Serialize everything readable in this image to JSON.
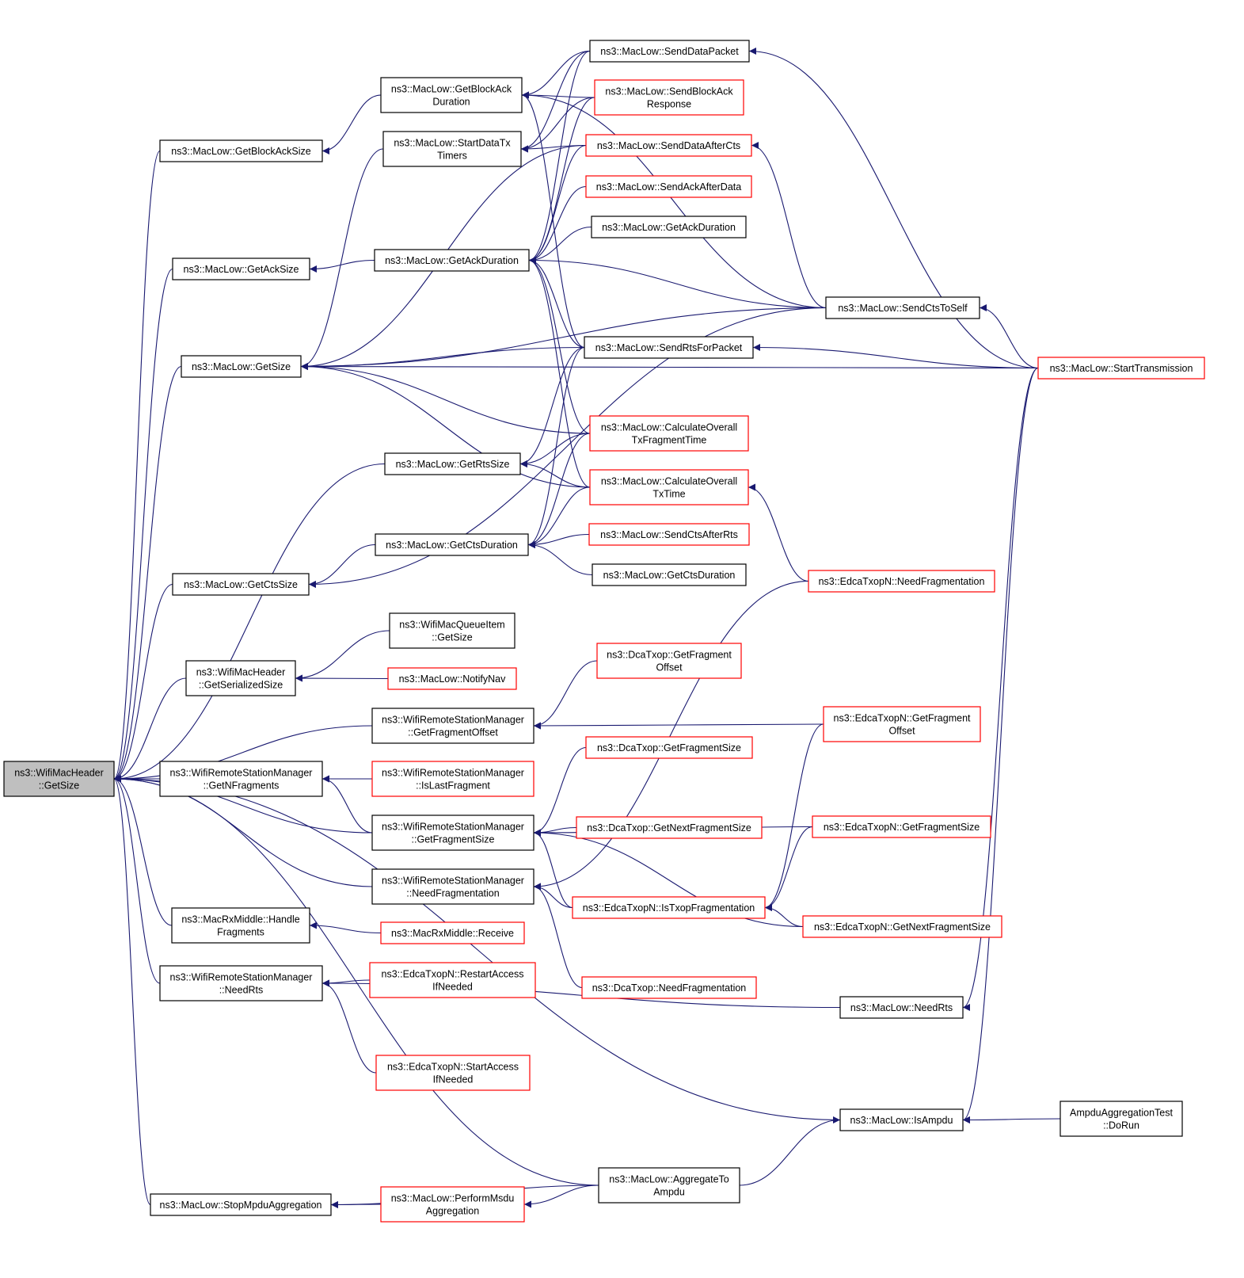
{
  "colors": {
    "edge": "#191970",
    "border_black": "#000000",
    "border_red": "#ff0000",
    "root_fill": "#bfbfbf"
  },
  "nodes": [
    {
      "id": "root",
      "lines": [
        "ns3::WifiMacHeader",
        "::GetSize"
      ],
      "style": "root"
    },
    {
      "id": "getBlockAckSize",
      "lines": [
        "ns3::MacLow::GetBlockAckSize"
      ],
      "style": "black"
    },
    {
      "id": "getAckSize",
      "lines": [
        "ns3::MacLow::GetAckSize"
      ],
      "style": "black"
    },
    {
      "id": "getSize",
      "lines": [
        "ns3::MacLow::GetSize"
      ],
      "style": "black"
    },
    {
      "id": "getCtsSize",
      "lines": [
        "ns3::MacLow::GetCtsSize"
      ],
      "style": "black"
    },
    {
      "id": "getSerializedSize",
      "lines": [
        "ns3::WifiMacHeader",
        "::GetSerializedSize"
      ],
      "style": "black"
    },
    {
      "id": "getNFragments",
      "lines": [
        "ns3::WifiRemoteStationManager",
        "::GetNFragments"
      ],
      "style": "black"
    },
    {
      "id": "handleFragments",
      "lines": [
        "ns3::MacRxMiddle::Handle",
        "Fragments"
      ],
      "style": "black"
    },
    {
      "id": "needRtsWrsm",
      "lines": [
        "ns3::WifiRemoteStationManager",
        "::NeedRts"
      ],
      "style": "black"
    },
    {
      "id": "stopMpdu",
      "lines": [
        "ns3::MacLow::StopMpduAggregation"
      ],
      "style": "black"
    },
    {
      "id": "getBlockAckDuration",
      "lines": [
        "ns3::MacLow::GetBlockAck",
        "Duration"
      ],
      "style": "black"
    },
    {
      "id": "startDataTxTimers",
      "lines": [
        "ns3::MacLow::StartDataTx",
        "Timers"
      ],
      "style": "black"
    },
    {
      "id": "getAckDuration",
      "lines": [
        "ns3::MacLow::GetAckDuration"
      ],
      "style": "black"
    },
    {
      "id": "getRtsSize",
      "lines": [
        "ns3::MacLow::GetRtsSize"
      ],
      "style": "black"
    },
    {
      "id": "getCtsDuration",
      "lines": [
        "ns3::MacLow::GetCtsDuration"
      ],
      "style": "black"
    },
    {
      "id": "queueItemGetSize",
      "lines": [
        "ns3::WifiMacQueueItem",
        "::GetSize"
      ],
      "style": "black"
    },
    {
      "id": "notifyNav",
      "lines": [
        "ns3::MacLow::NotifyNav"
      ],
      "style": "red"
    },
    {
      "id": "wrsmGetFragmentOffset",
      "lines": [
        "ns3::WifiRemoteStationManager",
        "::GetFragmentOffset"
      ],
      "style": "black"
    },
    {
      "id": "isLastFragment",
      "lines": [
        "ns3::WifiRemoteStationManager",
        "::IsLastFragment"
      ],
      "style": "red"
    },
    {
      "id": "wrsmGetFragmentSize",
      "lines": [
        "ns3::WifiRemoteStationManager",
        "::GetFragmentSize"
      ],
      "style": "black"
    },
    {
      "id": "wrsmNeedFragmentation",
      "lines": [
        "ns3::WifiRemoteStationManager",
        "::NeedFragmentation"
      ],
      "style": "black"
    },
    {
      "id": "receive",
      "lines": [
        "ns3::MacRxMiddle::Receive"
      ],
      "style": "red"
    },
    {
      "id": "restartAccess",
      "lines": [
        "ns3::EdcaTxopN::RestartAccess",
        "IfNeeded"
      ],
      "style": "red"
    },
    {
      "id": "startAccess",
      "lines": [
        "ns3::EdcaTxopN::StartAccess",
        "IfNeeded"
      ],
      "style": "red"
    },
    {
      "id": "performMsdu",
      "lines": [
        "ns3::MacLow::PerformMsdu",
        "Aggregation"
      ],
      "style": "red"
    },
    {
      "id": "sendDataPacket",
      "lines": [
        "ns3::MacLow::SendDataPacket"
      ],
      "style": "black"
    },
    {
      "id": "sendBlockAckResponse",
      "lines": [
        "ns3::MacLow::SendBlockAck",
        "Response"
      ],
      "style": "red"
    },
    {
      "id": "sendDataAfterCts",
      "lines": [
        "ns3::MacLow::SendDataAfterCts"
      ],
      "style": "red"
    },
    {
      "id": "sendAckAfterData",
      "lines": [
        "ns3::MacLow::SendAckAfterData"
      ],
      "style": "red"
    },
    {
      "id": "getAckDuration2",
      "lines": [
        "ns3::MacLow::GetAckDuration"
      ],
      "style": "black"
    },
    {
      "id": "sendRtsForPacket",
      "lines": [
        "ns3::MacLow::SendRtsForPacket"
      ],
      "style": "black"
    },
    {
      "id": "calcOverallTxFrag",
      "lines": [
        "ns3::MacLow::CalculateOverall",
        "TxFragmentTime"
      ],
      "style": "red"
    },
    {
      "id": "calcOverallTxTime",
      "lines": [
        "ns3::MacLow::CalculateOverall",
        "TxTime"
      ],
      "style": "red"
    },
    {
      "id": "sendCtsAfterRts",
      "lines": [
        "ns3::MacLow::SendCtsAfterRts"
      ],
      "style": "red"
    },
    {
      "id": "getCtsDuration2",
      "lines": [
        "ns3::MacLow::GetCtsDuration"
      ],
      "style": "black"
    },
    {
      "id": "dcaGetFragmentOffset",
      "lines": [
        "ns3::DcaTxop::GetFragment",
        "Offset"
      ],
      "style": "red"
    },
    {
      "id": "dcaGetFragmentSize",
      "lines": [
        "ns3::DcaTxop::GetFragmentSize"
      ],
      "style": "red"
    },
    {
      "id": "dcaGetNextFragmentSize",
      "lines": [
        "ns3::DcaTxop::GetNextFragmentSize"
      ],
      "style": "red"
    },
    {
      "id": "isTxopFragmentation",
      "lines": [
        "ns3::EdcaTxopN::IsTxopFragmentation"
      ],
      "style": "red"
    },
    {
      "id": "dcaNeedFragmentation",
      "lines": [
        "ns3::DcaTxop::NeedFragmentation"
      ],
      "style": "red"
    },
    {
      "id": "aggregateToAmpdu",
      "lines": [
        "ns3::MacLow::AggregateTo",
        "Ampdu"
      ],
      "style": "black"
    },
    {
      "id": "sendCtsToSelf",
      "lines": [
        "ns3::MacLow::SendCtsToSelf"
      ],
      "style": "black"
    },
    {
      "id": "edcaNeedFragmentation",
      "lines": [
        "ns3::EdcaTxopN::NeedFragmentation"
      ],
      "style": "red"
    },
    {
      "id": "edcaGetFragmentOffset",
      "lines": [
        "ns3::EdcaTxopN::GetFragment",
        "Offset"
      ],
      "style": "red"
    },
    {
      "id": "edcaGetFragmentSize",
      "lines": [
        "ns3::EdcaTxopN::GetFragmentSize"
      ],
      "style": "red"
    },
    {
      "id": "edcaGetNextFragmentSize",
      "lines": [
        "ns3::EdcaTxopN::GetNextFragmentSize"
      ],
      "style": "red"
    },
    {
      "id": "macLowNeedRts",
      "lines": [
        "ns3::MacLow::NeedRts"
      ],
      "style": "black"
    },
    {
      "id": "isAmpdu",
      "lines": [
        "ns3::MacLow::IsAmpdu"
      ],
      "style": "black"
    },
    {
      "id": "startTransmission",
      "lines": [
        "ns3::MacLow::StartTransmission"
      ],
      "style": "red"
    },
    {
      "id": "ampduTestDoRun",
      "lines": [
        "AmpduAggregationTest",
        "::DoRun"
      ],
      "style": "black"
    }
  ],
  "edges": [
    [
      "getBlockAckSize",
      "root"
    ],
    [
      "getAckSize",
      "root"
    ],
    [
      "getSize",
      "root"
    ],
    [
      "getRtsSize",
      "root"
    ],
    [
      "getCtsSize",
      "root"
    ],
    [
      "getSerializedSize",
      "root"
    ],
    [
      "wrsmGetFragmentOffset",
      "root"
    ],
    [
      "getNFragments",
      "root"
    ],
    [
      "wrsmGetFragmentSize",
      "root"
    ],
    [
      "wrsmNeedFragmentation",
      "root"
    ],
    [
      "handleFragments",
      "root"
    ],
    [
      "needRtsWrsm",
      "root"
    ],
    [
      "isAmpdu",
      "root"
    ],
    [
      "aggregateToAmpdu",
      "root"
    ],
    [
      "stopMpdu",
      "root"
    ],
    [
      "getBlockAckDuration",
      "getBlockAckSize"
    ],
    [
      "getAckDuration",
      "getAckSize"
    ],
    [
      "startDataTxTimers",
      "getSize"
    ],
    [
      "sendDataAfterCts",
      "getSize"
    ],
    [
      "sendCtsToSelf",
      "getSize"
    ],
    [
      "sendRtsForPacket",
      "getSize"
    ],
    [
      "startTransmission",
      "getSize"
    ],
    [
      "calcOverallTxFrag",
      "getSize"
    ],
    [
      "calcOverallTxTime",
      "getSize"
    ],
    [
      "getCtsDuration",
      "getCtsSize"
    ],
    [
      "sendCtsToSelf",
      "getCtsSize"
    ],
    [
      "queueItemGetSize",
      "getSerializedSize"
    ],
    [
      "notifyNav",
      "getSerializedSize"
    ],
    [
      "isLastFragment",
      "getNFragments"
    ],
    [
      "wrsmGetFragmentSize",
      "getNFragments"
    ],
    [
      "receive",
      "handleFragments"
    ],
    [
      "restartAccess",
      "needRtsWrsm"
    ],
    [
      "startAccess",
      "needRtsWrsm"
    ],
    [
      "macLowNeedRts",
      "needRtsWrsm"
    ],
    [
      "performMsdu",
      "stopMpdu"
    ],
    [
      "aggregateToAmpdu",
      "stopMpdu"
    ],
    [
      "sendDataPacket",
      "getBlockAckDuration"
    ],
    [
      "sendBlockAckResponse",
      "getBlockAckDuration"
    ],
    [
      "sendCtsToSelf",
      "getBlockAckDuration"
    ],
    [
      "sendRtsForPacket",
      "getBlockAckDuration"
    ],
    [
      "sendDataPacket",
      "startDataTxTimers"
    ],
    [
      "sendBlockAckResponse",
      "startDataTxTimers"
    ],
    [
      "sendDataAfterCts",
      "startDataTxTimers"
    ],
    [
      "getAckDuration2",
      "getAckDuration"
    ],
    [
      "sendCtsToSelf",
      "getAckDuration"
    ],
    [
      "sendRtsForPacket",
      "getAckDuration"
    ],
    [
      "calcOverallTxFrag",
      "getAckDuration"
    ],
    [
      "calcOverallTxTime",
      "getAckDuration"
    ],
    [
      "sendDataPacket",
      "getAckDuration"
    ],
    [
      "sendBlockAckResponse",
      "getAckDuration"
    ],
    [
      "sendDataAfterCts",
      "getAckDuration"
    ],
    [
      "sendAckAfterData",
      "getAckDuration"
    ],
    [
      "calcOverallTxFrag",
      "getRtsSize"
    ],
    [
      "calcOverallTxTime",
      "getRtsSize"
    ],
    [
      "sendRtsForPacket",
      "getRtsSize"
    ],
    [
      "sendCtsAfterRts",
      "getCtsDuration"
    ],
    [
      "getCtsDuration2",
      "getCtsDuration"
    ],
    [
      "sendRtsForPacket",
      "getCtsDuration"
    ],
    [
      "calcOverallTxFrag",
      "getCtsDuration"
    ],
    [
      "calcOverallTxTime",
      "getCtsDuration"
    ],
    [
      "dcaGetFragmentOffset",
      "wrsmGetFragmentOffset"
    ],
    [
      "edcaGetFragmentOffset",
      "wrsmGetFragmentOffset"
    ],
    [
      "dcaGetFragmentSize",
      "wrsmGetFragmentSize"
    ],
    [
      "dcaGetNextFragmentSize",
      "wrsmGetFragmentSize"
    ],
    [
      "edcaGetFragmentSize",
      "wrsmGetFragmentSize"
    ],
    [
      "isTxopFragmentation",
      "wrsmGetFragmentSize"
    ],
    [
      "edcaGetNextFragmentSize",
      "wrsmGetFragmentSize"
    ],
    [
      "edcaNeedFragmentation",
      "wrsmNeedFragmentation"
    ],
    [
      "isTxopFragmentation",
      "wrsmNeedFragmentation"
    ],
    [
      "dcaNeedFragmentation",
      "wrsmNeedFragmentation"
    ],
    [
      "edcaGetFragmentOffset",
      "isTxopFragmentation"
    ],
    [
      "edcaGetFragmentSize",
      "isTxopFragmentation"
    ],
    [
      "edcaGetNextFragmentSize",
      "isTxopFragmentation"
    ],
    [
      "startTransmission",
      "sendDataPacket"
    ],
    [
      "sendCtsToSelf",
      "sendDataAfterCts"
    ],
    [
      "startTransmission",
      "sendCtsToSelf"
    ],
    [
      "startTransmission",
      "sendRtsForPacket"
    ],
    [
      "edcaNeedFragmentation",
      "calcOverallTxTime"
    ],
    [
      "startTransmission",
      "macLowNeedRts"
    ],
    [
      "startTransmission",
      "isAmpdu"
    ],
    [
      "ampduTestDoRun",
      "isAmpdu"
    ],
    [
      "aggregateToAmpdu",
      "isAmpdu"
    ],
    [
      "aggregateToAmpdu",
      "performMsdu"
    ]
  ]
}
